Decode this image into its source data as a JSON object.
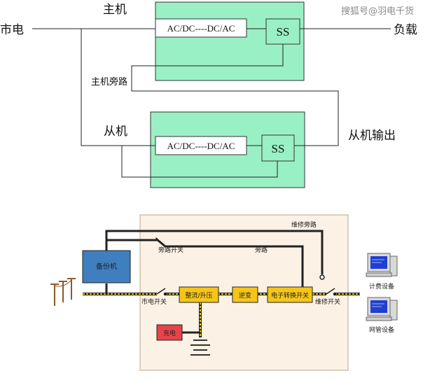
{
  "watermark": "搜狐号@羽电千货",
  "top_diagram": {
    "labels": {
      "mains": "市电",
      "master": "主机",
      "load": "负载",
      "master_bypass": "主机旁路",
      "slave": "从机",
      "slave_output": "从机输出"
    },
    "master_converter": "AC/DC----DC/AC",
    "master_switch": "SS",
    "slave_converter": "AC/DC----DC/AC",
    "slave_switch": "SS",
    "colors": {
      "module_fill": "#99f0c4",
      "line": "#222222"
    }
  },
  "bottom_diagram": {
    "labels": {
      "backup_unit": "备份机",
      "bypass_switch": "旁路开关",
      "bypass": "旁路",
      "maintenance_bypass": "维修旁路",
      "mains_switch": "市电开关",
      "rectifier": "整流/升压",
      "inverter": "逆变",
      "static_switch": "电子转换开关",
      "maintenance_switch": "维修开关",
      "charger": "充电",
      "billing_device": "计费设备",
      "network_device": "网管设备"
    },
    "colors": {
      "panel_fill": "#fbf1e4",
      "block_fill": "#f5c518",
      "backup_fill": "#3f7fbf",
      "charger_fill": "#e8424a",
      "power_line": "#f2c900"
    }
  }
}
